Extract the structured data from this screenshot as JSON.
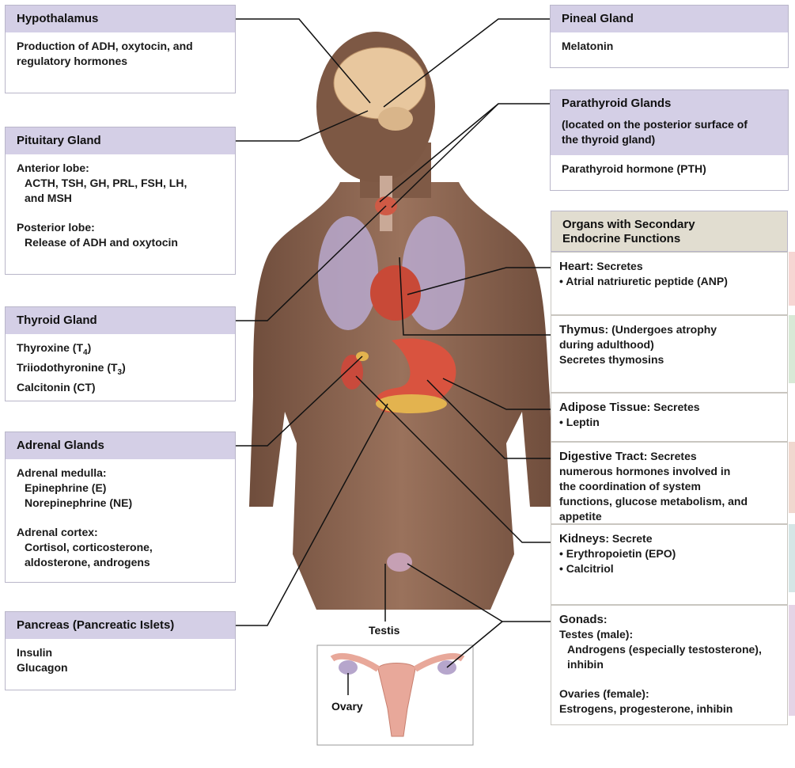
{
  "hypothalamus": {
    "title": "Hypothalamus",
    "lines": [
      "Production of ADH, oxytocin, and",
      "regulatory hormones"
    ]
  },
  "pituitary": {
    "title": "Pituitary Gland",
    "anterior_label": "Anterior lobe:",
    "anterior_lines": [
      "ACTH, TSH, GH, PRL, FSH, LH,",
      "and MSH"
    ],
    "posterior_label": "Posterior lobe:",
    "posterior_text": "Release of ADH and oxytocin"
  },
  "thyroid": {
    "title": "Thyroid Gland",
    "l1": "Thyroxine (T",
    "s1": "4",
    "l2": "Triiodothyronine (T",
    "s2": "3",
    "l3": "Calcitonin (CT)"
  },
  "adrenal": {
    "title": "Adrenal Glands",
    "medulla_label": "Adrenal medulla:",
    "medulla_lines": [
      "Epinephrine (E)",
      "Norepinephrine (NE)"
    ],
    "cortex_label": "Adrenal cortex:",
    "cortex_lines": [
      "Cortisol, corticosterone,",
      "aldosterone, androgens"
    ]
  },
  "pancreas": {
    "title": "Pancreas (Pancreatic Islets)",
    "lines": [
      "Insulin",
      "Glucagon"
    ]
  },
  "pineal": {
    "title": "Pineal Gland",
    "text": "Melatonin"
  },
  "parathyroid": {
    "title": "Parathyroid Glands",
    "sub": [
      "(located on the posterior surface of",
      "the thyroid gland)"
    ],
    "text": "Parathyroid hormone (PTH)"
  },
  "secondary": {
    "title_lines": [
      "Organs with Secondary",
      "Endocrine Functions"
    ],
    "heart": {
      "name": "Heart:",
      "rest": " Secretes",
      "lines": [
        "• Atrial natriuretic peptide (ANP)"
      ]
    },
    "thymus": {
      "name": "Thymus",
      "rest": ": (Undergoes atrophy",
      "lines": [
        "during adulthood)",
        "Secretes thymosins"
      ]
    },
    "adipose": {
      "name": "Adipose Tissue",
      "rest": ": Secretes",
      "lines": [
        "• Leptin"
      ]
    },
    "digestive": {
      "name": "Digestive Tract",
      "rest": ": Secretes",
      "lines": [
        "numerous hormones involved in",
        "the coordination of system",
        "functions, glucose metabolism, and",
        "appetite"
      ]
    },
    "kidneys": {
      "name": "Kidneys",
      "rest": ": Secrete",
      "lines": [
        "• Erythropoietin (EPO)",
        "• Calcitriol"
      ]
    },
    "gonads": {
      "name": "Gonads",
      "rest": ":",
      "testes_label": "Testes (male):",
      "testes_lines": [
        "Androgens (especially testosterone),",
        "inhibin"
      ],
      "ovaries_label": "Ovaries (female):",
      "ovaries_text": "Estrogens, progesterone, inhibin"
    }
  },
  "labels": {
    "testis": "Testis",
    "ovary": "Ovary"
  },
  "colors": {
    "header": "#d4cfe6",
    "secondary_header": "#e1ddd0",
    "skin": "#8a6450",
    "tab_heart": "#f6d6d3",
    "tab_thymus": "#d8e9d6",
    "tab_digestive": "#f0d8cf",
    "tab_kidney": "#d5e6e6",
    "tab_gonad": "#e4d4e6"
  }
}
